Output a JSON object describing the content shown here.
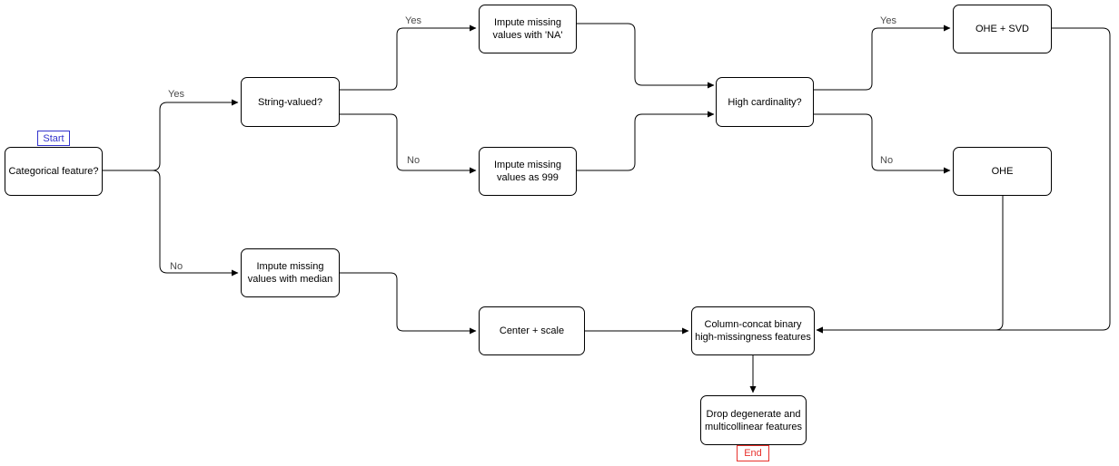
{
  "nodes": {
    "categorical": "Categorical feature?",
    "string_valued": "String-valued?",
    "impute_na": "Impute missing values with 'NA'",
    "impute_999": "Impute missing values as 999",
    "high_card": "High cardinality?",
    "ohe_svd": "OHE + SVD",
    "ohe": "OHE",
    "impute_median": "Impute missing values with median",
    "center_scale": "Center + scale",
    "concat": "Column-concat binary high-missingness features",
    "drop": "Drop degenerate and multicollinear features"
  },
  "edges": {
    "cat_yes": "Yes",
    "cat_no": "No",
    "str_yes": "Yes",
    "str_no": "No",
    "card_yes": "Yes",
    "card_no": "No"
  },
  "tags": {
    "start": "Start",
    "end": "End"
  },
  "colors": {
    "start": "#3333cc",
    "end": "#e8312c",
    "edge_label": "#4a4a4a"
  }
}
